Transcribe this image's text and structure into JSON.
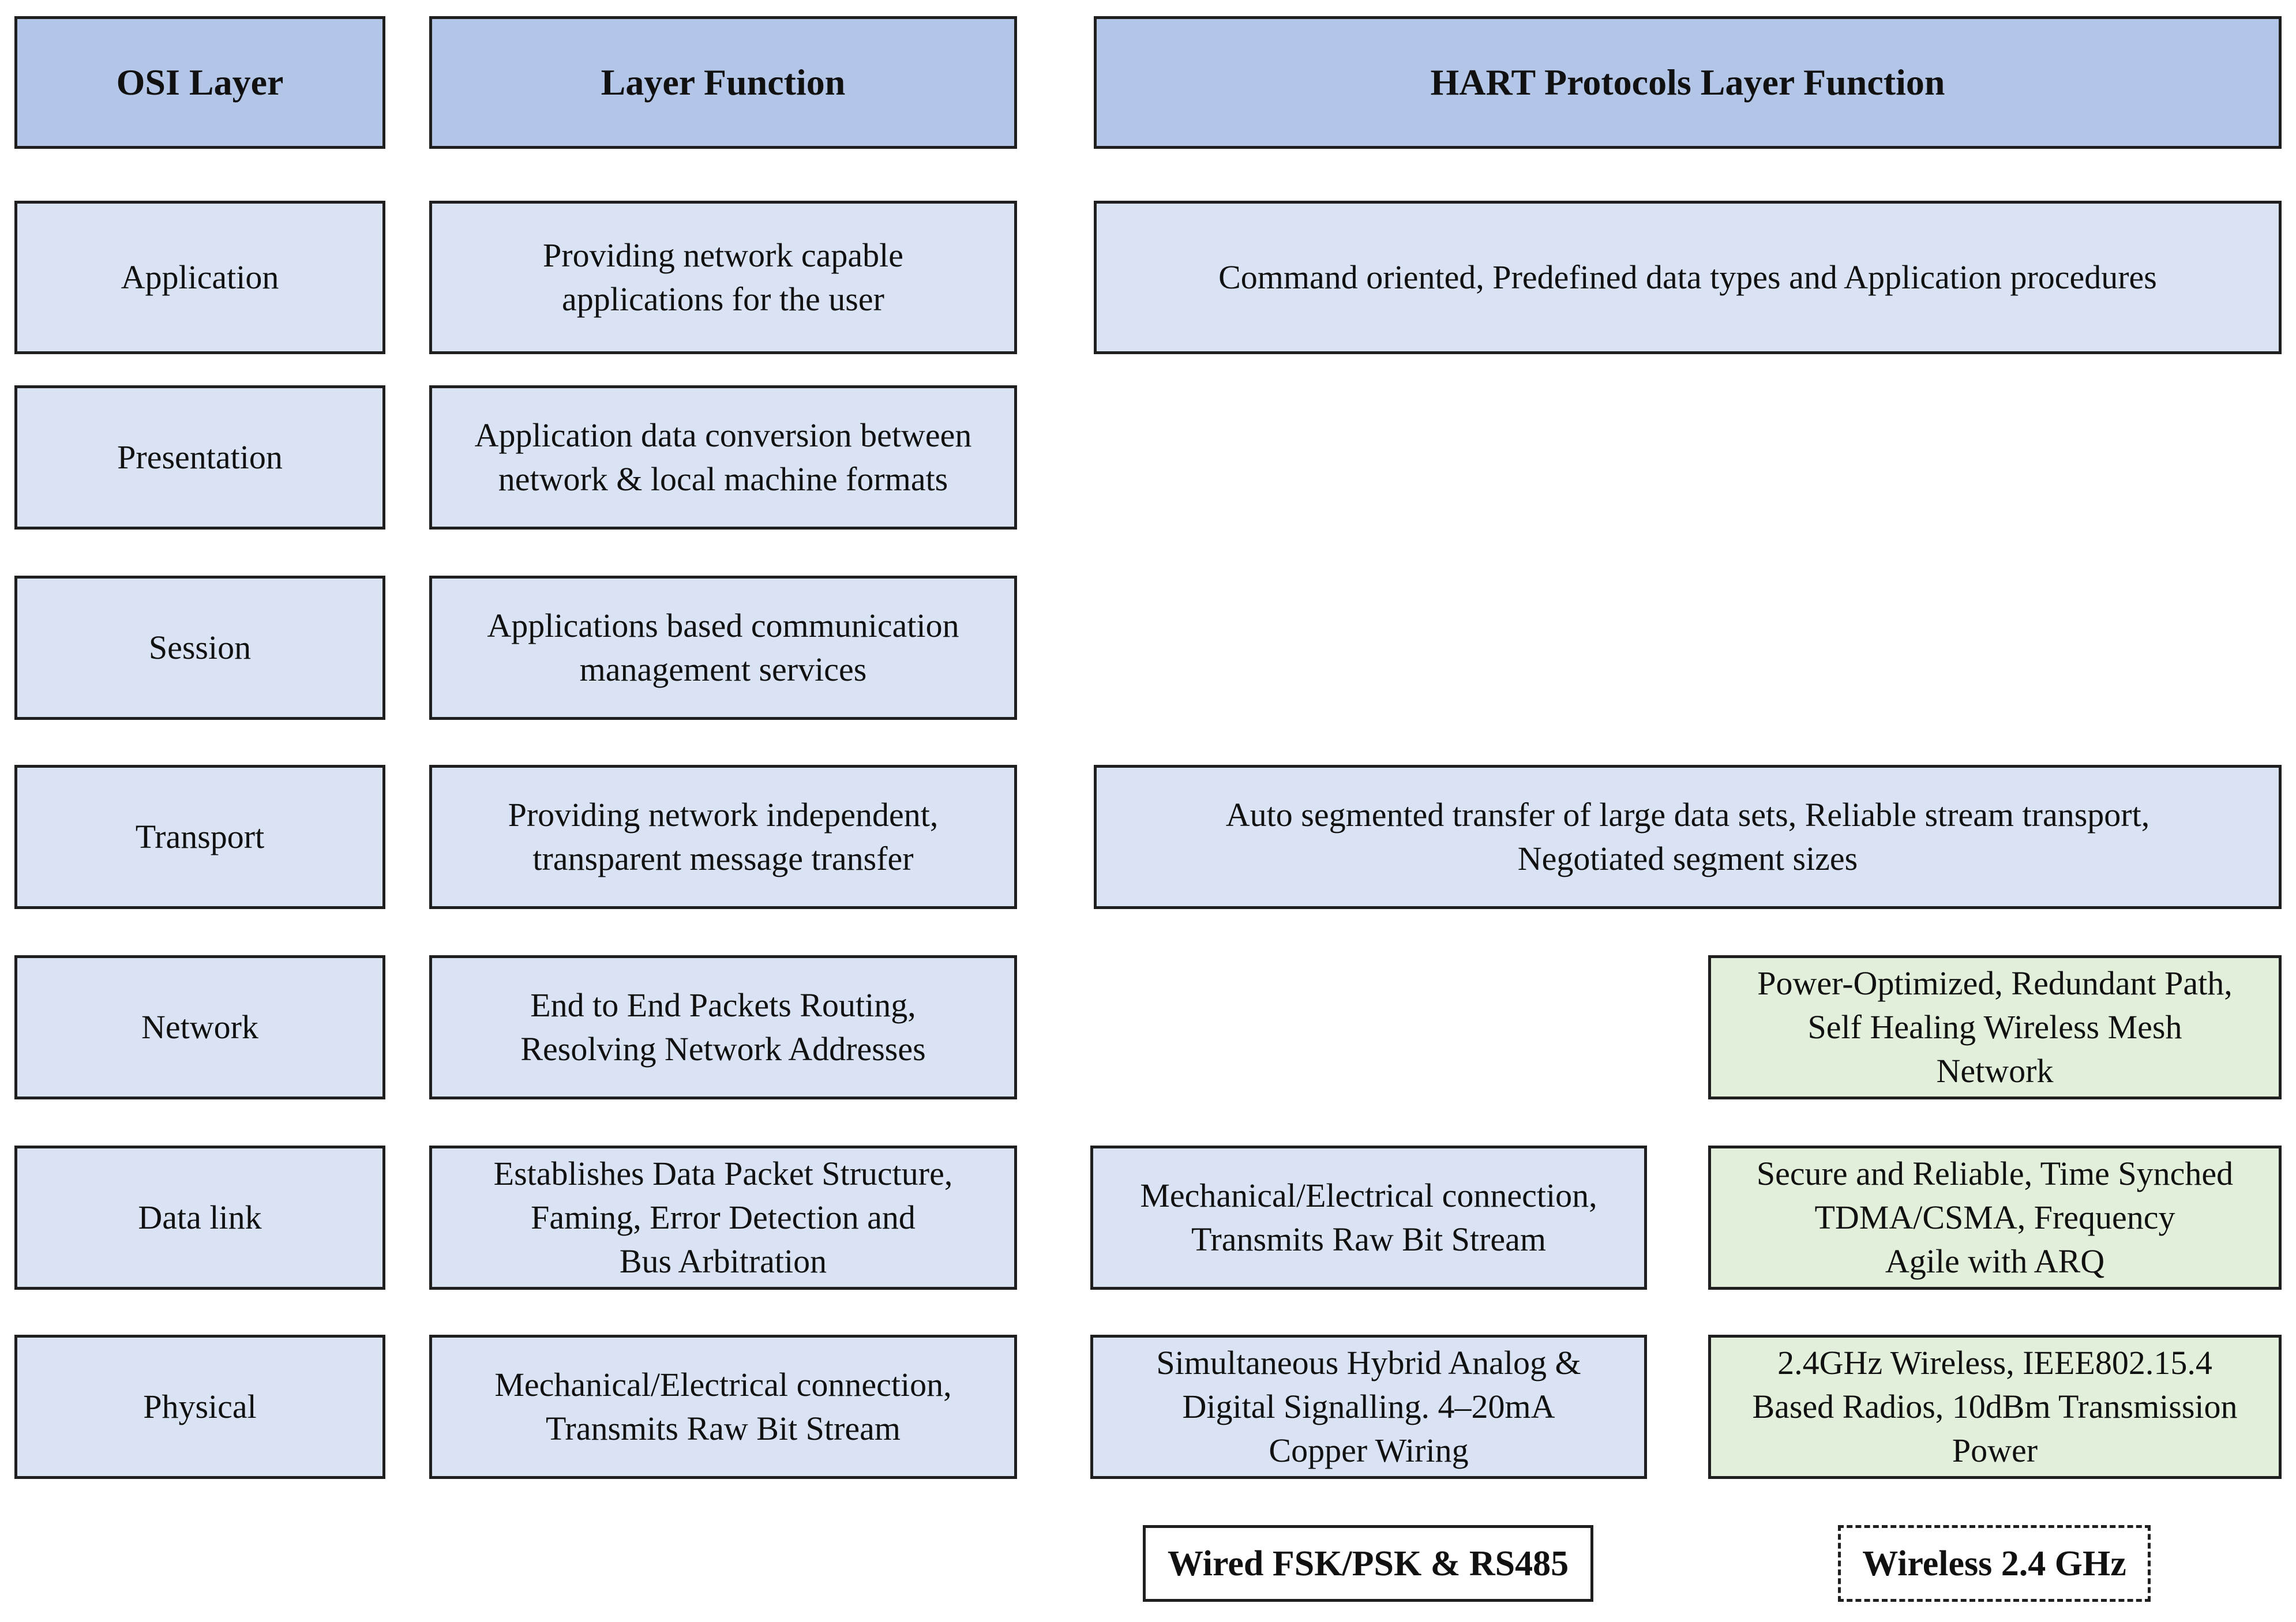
{
  "headers": {
    "osi_layer": "OSI Layer",
    "layer_function": "Layer Function",
    "hart_function": "HART Protocols Layer Function"
  },
  "layers": [
    {
      "name": "Application",
      "function": "Providing network capable\napplications for the user"
    },
    {
      "name": "Presentation",
      "function": "Application data conversion between\nnetwork & local machine formats"
    },
    {
      "name": "Session",
      "function": "Applications based communication\nmanagement services"
    },
    {
      "name": "Transport",
      "function": "Providing network independent,\ntransparent message transfer"
    },
    {
      "name": "Network",
      "function": "End to End Packets Routing,\nResolving Network Addresses"
    },
    {
      "name": "Data link",
      "function": "Establishes Data Packet Structure,\nFaming, Error Detection and\nBus Arbitration"
    },
    {
      "name": "Physical",
      "function": "Mechanical/Electrical connection,\nTransmits Raw Bit Stream"
    }
  ],
  "hart": {
    "application": "Command oriented, Predefined data types and Application procedures",
    "transport": "Auto segmented transfer of large data sets, Reliable stream transport,\nNegotiated segment sizes",
    "network_wireless": "Power-Optimized, Redundant Path,\nSelf Healing Wireless Mesh\nNetwork",
    "datalink_wired": "Mechanical/Electrical connection,\nTransmits Raw Bit Stream",
    "datalink_wireless": "Secure and Reliable, Time Synched\nTDMA/CSMA, Frequency\nAgile with ARQ",
    "physical_wired": "Simultaneous Hybrid Analog &\nDigital Signalling. 4–20mA\nCopper Wiring",
    "physical_wireless": "2.4GHz Wireless, IEEE802.15.4\nBased Radios, 10dBm Transmission\nPower"
  },
  "legend": {
    "wired": "Wired FSK/PSK & RS485",
    "wireless": "Wireless 2.4 GHz"
  },
  "colors": {
    "header": "#b4c6e7",
    "osi_fill": "#dae3f3",
    "wireless_fill": "#e2efda",
    "border": "#1f1f1f"
  }
}
